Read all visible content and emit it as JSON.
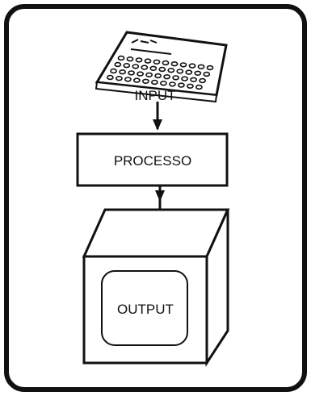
{
  "diagram": {
    "input_label": "INPUT",
    "process_label": "PROCESSO",
    "output_label": "OUTPUT"
  },
  "colors": {
    "ink": "#111111",
    "paper": "#ffffff"
  },
  "icons": {
    "input": "keyboard-icon",
    "output": "monitor-icon"
  }
}
